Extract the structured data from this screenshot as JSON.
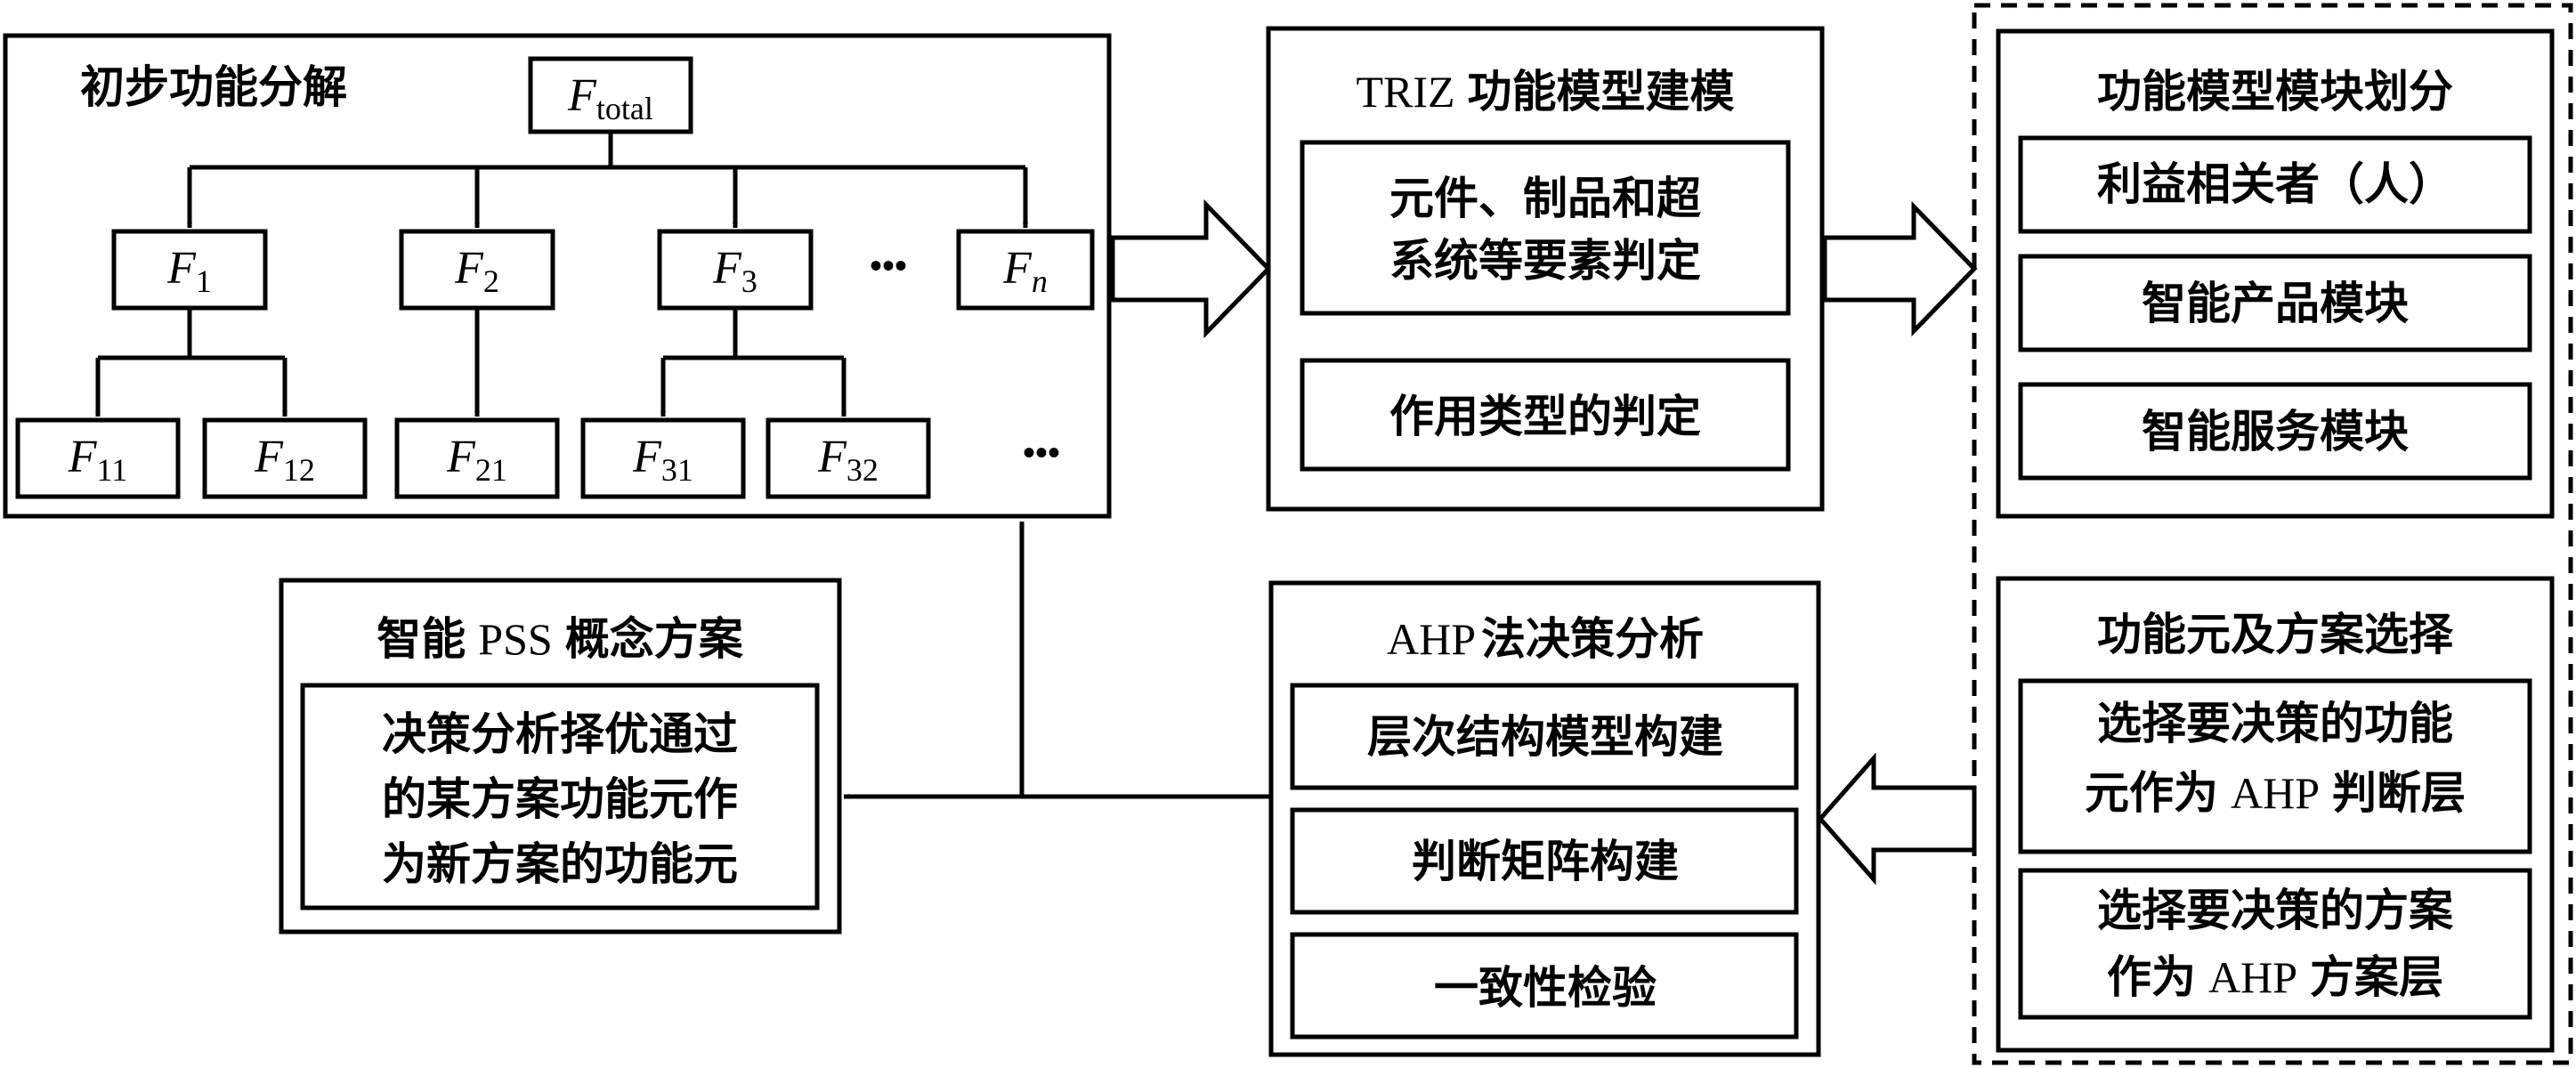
{
  "decomposition": {
    "title": "初步功能分解",
    "root": {
      "base": "F",
      "sub": "total"
    },
    "level1": [
      {
        "base": "F",
        "sub": "1"
      },
      {
        "base": "F",
        "sub": "2"
      },
      {
        "base": "F",
        "sub": "3"
      },
      {
        "base": "F",
        "sub": "n"
      }
    ],
    "level2": [
      {
        "base": "F",
        "sub": "11"
      },
      {
        "base": "F",
        "sub": "12"
      },
      {
        "base": "F",
        "sub": "21"
      },
      {
        "base": "F",
        "sub": "31"
      },
      {
        "base": "F",
        "sub": "32"
      }
    ],
    "ellipsis": "•••"
  },
  "triz": {
    "title_latin": "TRIZ",
    "title_cn": "功能模型建模",
    "item1_line1": "元件、制品和超",
    "item1_line2": "系统等要素判定",
    "item2": "作用类型的判定"
  },
  "module": {
    "title": "功能模型模块划分",
    "items": [
      "利益相关者（人）",
      "智能产品模块",
      "智能服务模块"
    ]
  },
  "selection": {
    "title": "功能元及方案选择",
    "item1_line1": "选择要决策的功能",
    "item1_line2_cn1": "元作为",
    "item1_line2_latin": "AHP",
    "item1_line2_cn2": "判断层",
    "item2_line1": "选择要决策的方案",
    "item2_line2_cn1": "作为",
    "item2_line2_latin": "AHP",
    "item2_line2_cn2": "方案层"
  },
  "ahp": {
    "title_latin": "AHP",
    "title_cn": "法决策分析",
    "items": [
      "层次结构模型构建",
      "判断矩阵构建",
      "一致性检验"
    ]
  },
  "pss": {
    "title_cn1": "智能",
    "title_latin": "PSS",
    "title_cn2": "概念方案",
    "body_lines": [
      "决策分析择优通过",
      "的某方案功能元作",
      "为新方案的功能元"
    ]
  }
}
